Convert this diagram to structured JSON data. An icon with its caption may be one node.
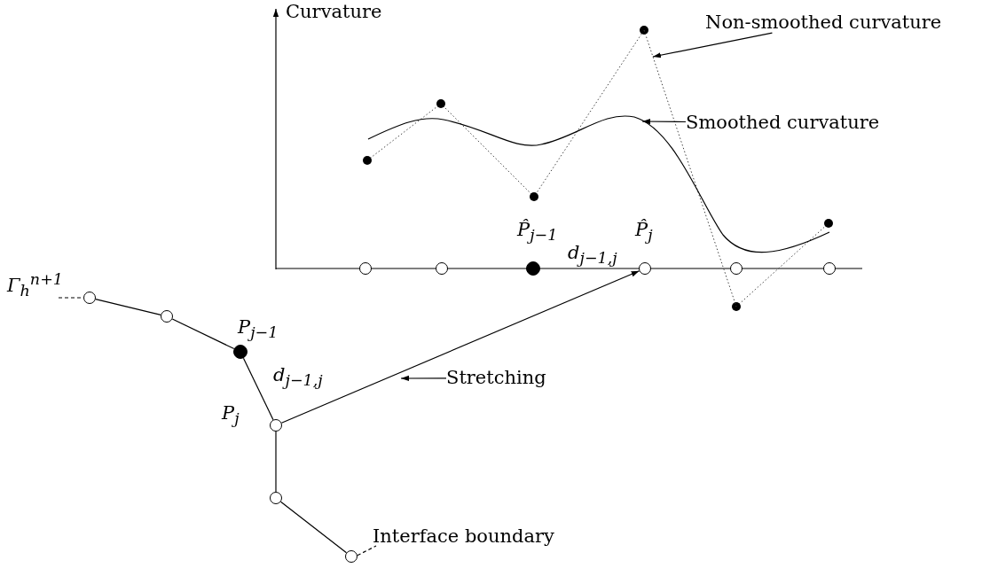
{
  "diagram": {
    "nodes": [
      {
        "text": [
          "Γ$_{h}$$^{n+1}$"
        ]
      },
      {
        "text": [],
        "shape": "circle"
      },
      {
        "text": [],
        "shape": "circle"
      },
      {
        "text": [
          "P$_{j−1}$"
        ]
      },
      {
        "text": [
          "P$_{j}$"
        ]
      },
      {
        "text": [],
        "shape": "circle"
      },
      {
        "text": [],
        "shape": "circle"
      },
      {
        "text": [
          "Interface boundary"
        ]
      },
      {
        "text": [],
        "shape": "circle"
      },
      {
        "text": [],
        "shape": "circle"
      },
      {
        "text": [
          "P̂$_{j−1}$"
        ]
      },
      {
        "text": [
          "P̂$_{j}$"
        ]
      },
      {
        "text": [],
        "shape": "circle"
      },
      {
        "text": [],
        "shape": "circle"
      },
      {
        "text": [
          "Non-smoothed curvature"
        ]
      },
      {
        "text": [],
        "shape": "line"
      },
      {
        "text": [
          "Smoothed curvature"
        ]
      },
      {
        "text": [],
        "shape": "curve"
      },
      {
        "text": [
          "Stretching"
        ]
      }
    ],
    "edges": [
      {
        "from": 0,
        "to": 1,
        "arrow": "none",
        "style": "dashed"
      },
      {
        "from": 1,
        "to": 2,
        "arrow": "none"
      },
      {
        "from": 2,
        "to": 3,
        "arrow": "none"
      },
      {
        "from": 3,
        "to": 4,
        "arrow": "none",
        "label": "d$_{j−1,j}$"
      },
      {
        "from": 4,
        "to": 5,
        "arrow": "none"
      },
      {
        "from": 5,
        "to": 6,
        "arrow": "none"
      },
      {
        "from": 6,
        "to": 7,
        "arrow": "none",
        "style": "dashed"
      },
      {
        "from": 4,
        "to": 11,
        "arrow": "to"
      },
      {
        "from": 14,
        "to": 15,
        "arrow": "to"
      },
      {
        "from": 16,
        "to": 17,
        "arrow": "to"
      },
      {
        "from": 18,
        "to": null,
        "arrow": "to"
      }
    ],
    "labels": [
      "Curvature",
      "d$_{j−1,j}$"
    ]
  }
}
